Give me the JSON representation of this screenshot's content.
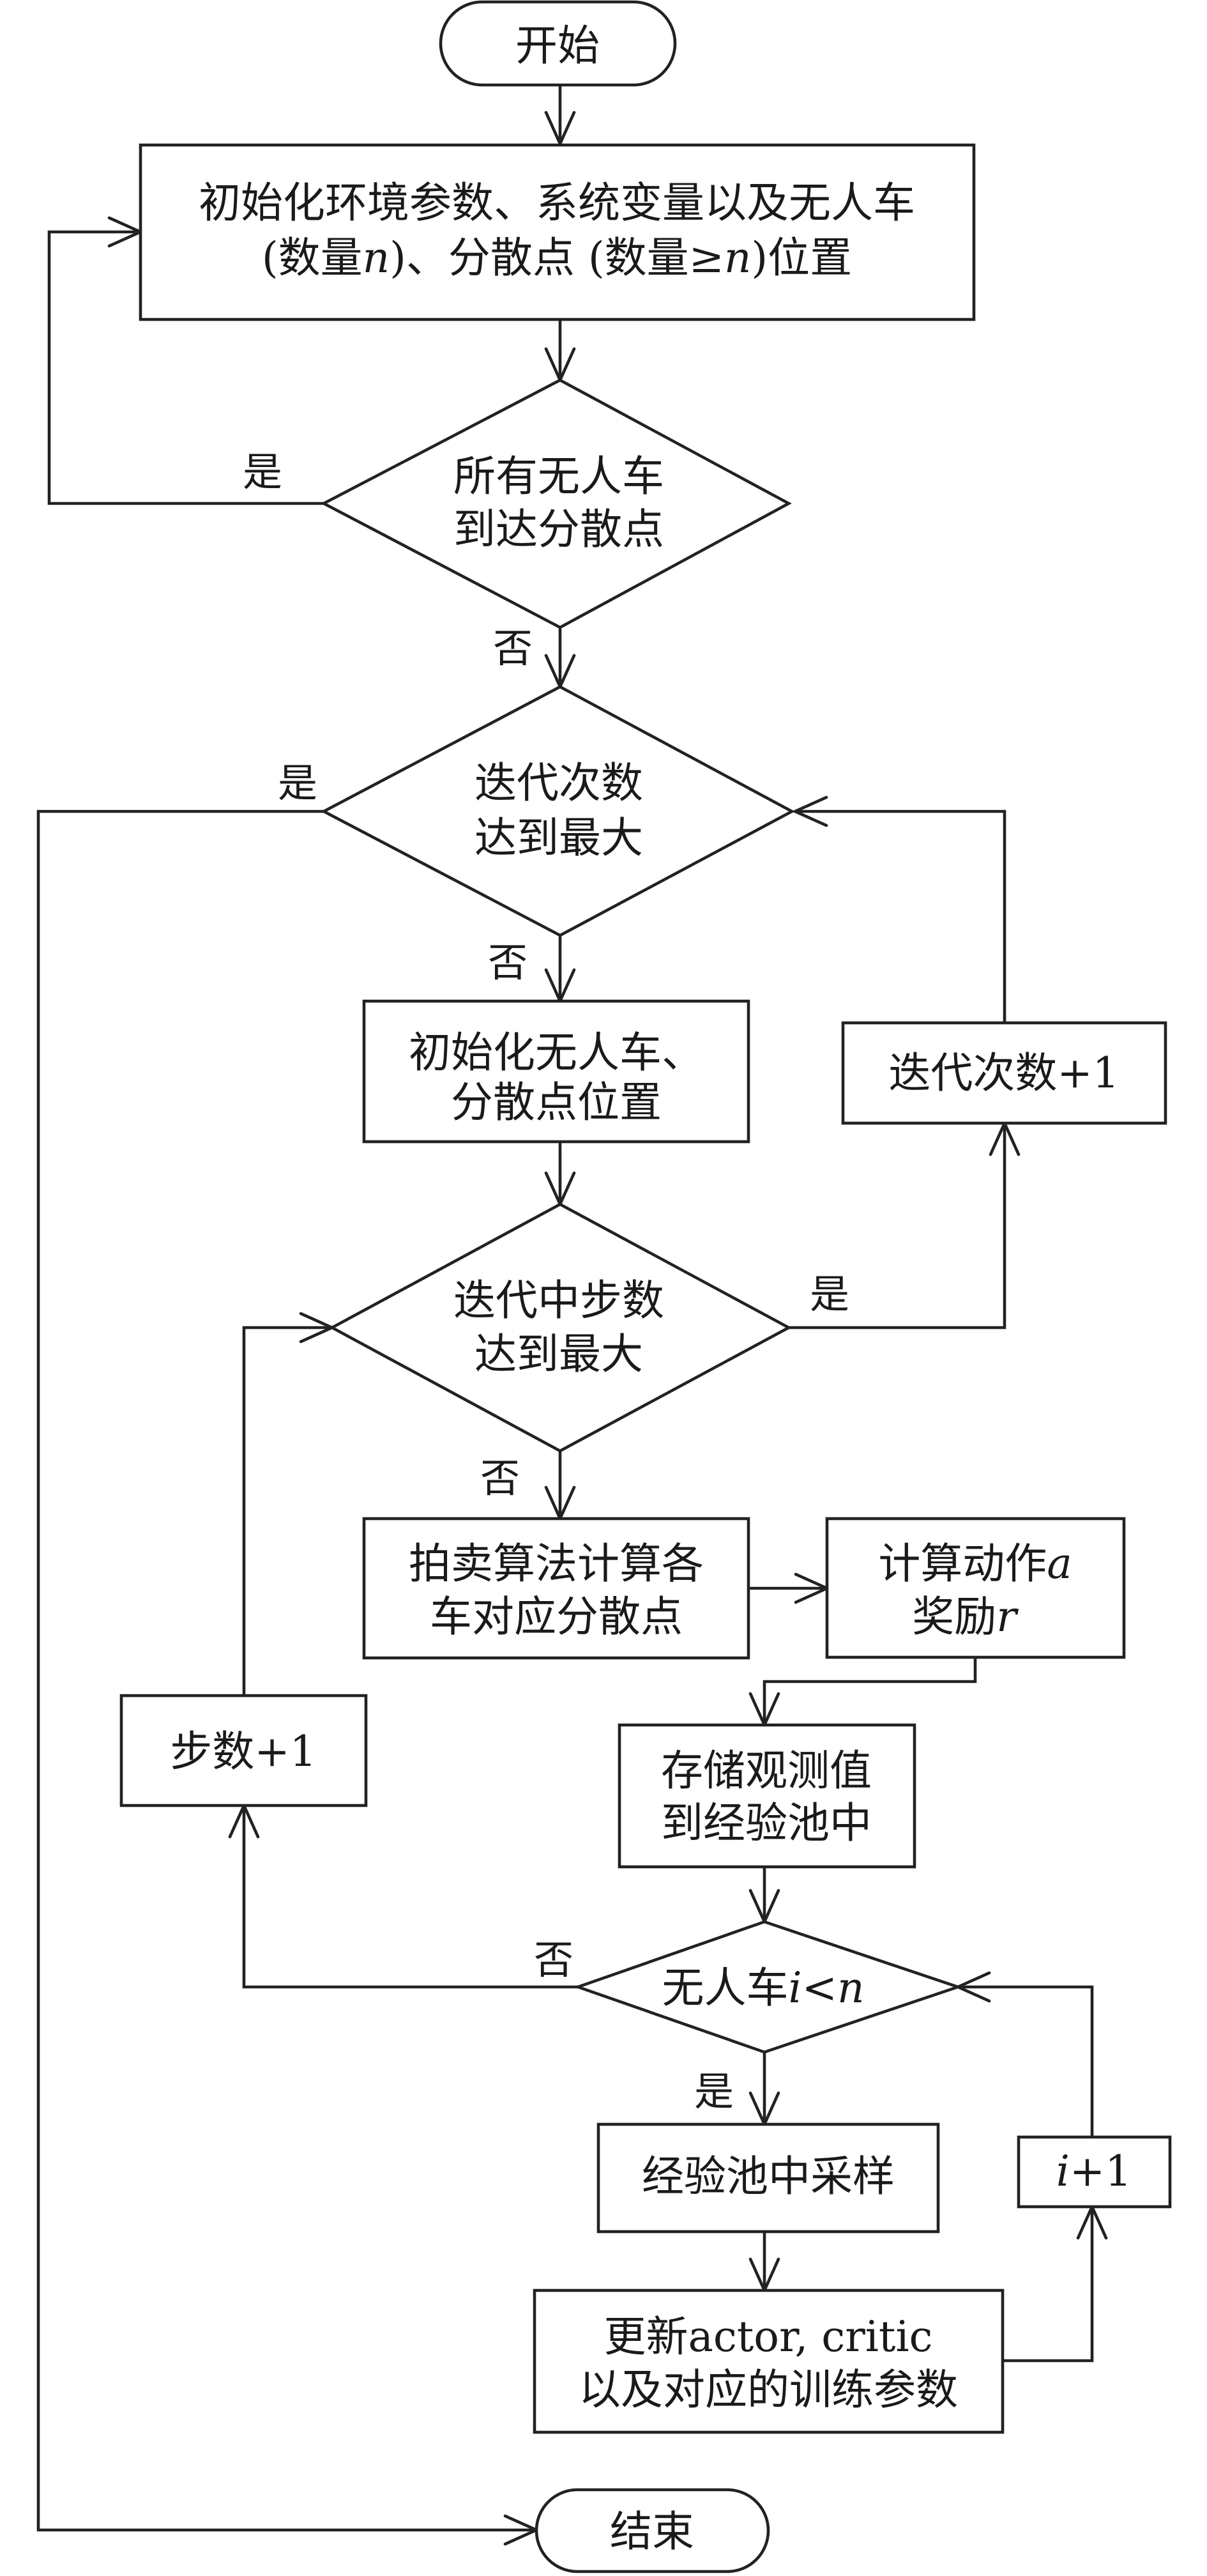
{
  "nodes": {
    "start": "开始",
    "init_env_line1": "初始化环境参数、系统变量以及无人车",
    "init_env_line2_a": "(数量",
    "init_env_line2_var": "n",
    "init_env_line2_b": ")、分散点 (数量≥",
    "init_env_line2_var2": "n",
    "init_env_line2_c": ")位置",
    "all_arrived_line1": "所有无人车",
    "all_arrived_line2": "到达分散点",
    "iter_max_line1": "迭代次数",
    "iter_max_line2": "达到最大",
    "init_vehicle_line1": "初始化无人车、",
    "init_vehicle_line2": "分散点位置",
    "iter_plus": "迭代次数+1",
    "step_max_line1": "迭代中步数",
    "step_max_line2": "达到最大",
    "auction_line1": "拍卖算法计算各",
    "auction_line2": "车对应分散点",
    "compute_line1_a": "计算动作",
    "compute_line1_var": "a",
    "compute_line2_a": "奖励",
    "compute_line2_var": "r",
    "step_plus": "步数+1",
    "store_line1": "存储观测值",
    "store_line2": "到经验池中",
    "vehicle_cond_a": "无人车",
    "vehicle_cond_var": "i",
    "vehicle_cond_op": "<",
    "vehicle_cond_var2": "n",
    "sample": "经验池中采样",
    "i_plus_var": "i",
    "i_plus_b": "+1",
    "update_line1": "更新actor, critic",
    "update_line2": "以及对应的训练参数",
    "end": "结束"
  },
  "edge_labels": {
    "yes_all_arrived": "是",
    "no_all_arrived": "否",
    "yes_iter_max": "是",
    "no_iter_max": "否",
    "yes_step_max": "是",
    "no_step_max": "否",
    "no_vehicle_cond": "否",
    "yes_vehicle_cond": "是"
  }
}
